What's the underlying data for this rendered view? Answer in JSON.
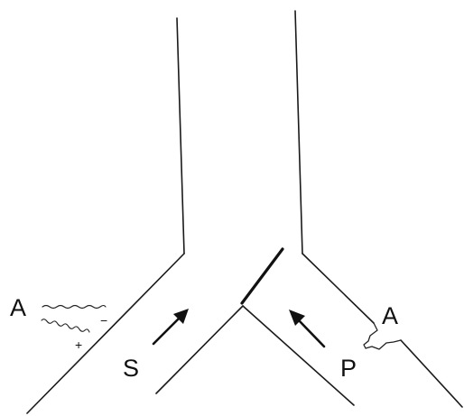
{
  "labels": {
    "left_atrium": "A",
    "right_atrium": "A",
    "secondary_flow": "S",
    "primary_flow": "P",
    "minus_sign": "−",
    "plus_sign": "+"
  }
}
